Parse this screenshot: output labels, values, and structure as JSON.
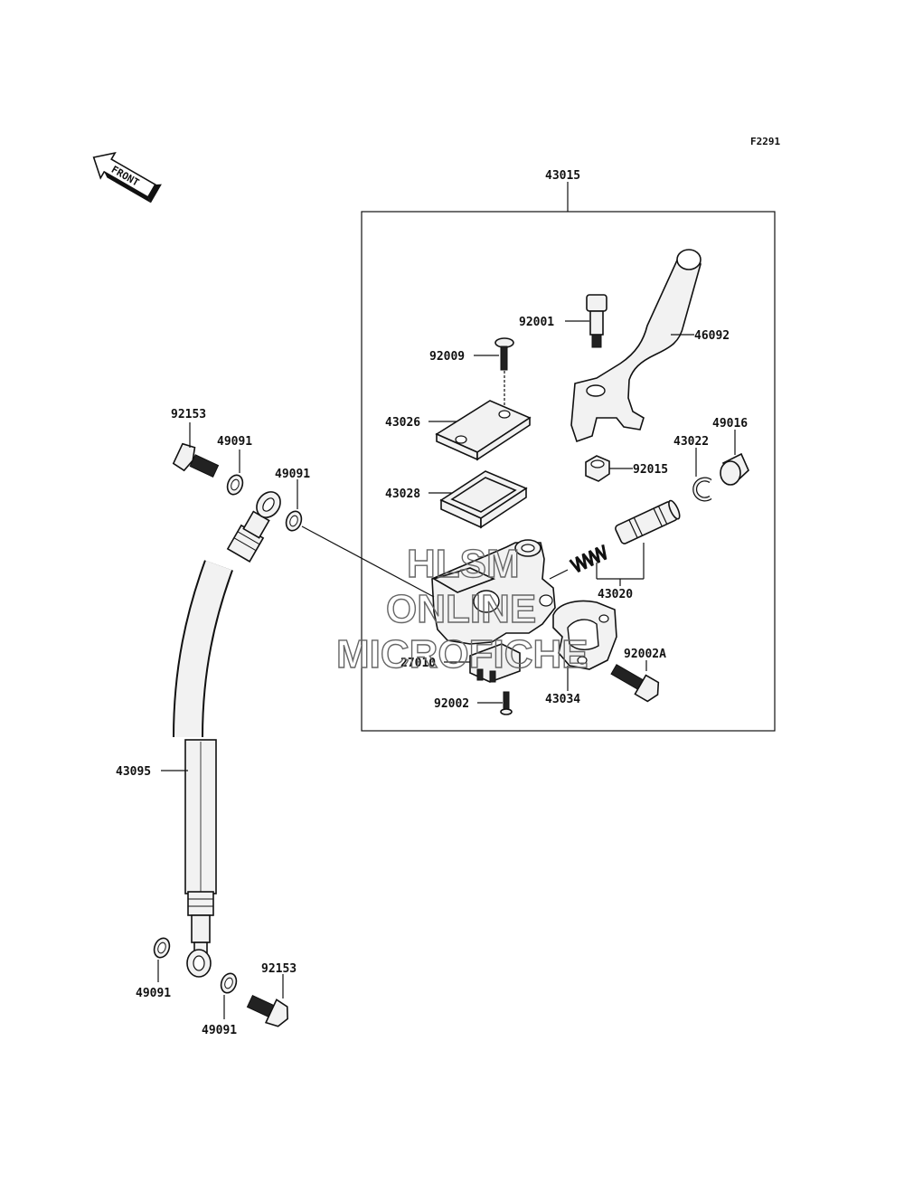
{
  "figure_code": "F2291",
  "front_arrow_label": "FRONT",
  "callouts": {
    "master_cylinder_assembly": "43015",
    "bolt_92001": "92001",
    "lever": "46092",
    "screw_92009": "92009",
    "cap": "43026",
    "diaphragm": "43028",
    "nut": "92015",
    "circlip": "43022",
    "boot": "49016",
    "piston_set": "43020",
    "switch": "27010",
    "screw_92002": "92002",
    "holder": "43034",
    "bolt_92002a": "92002A",
    "banjo_bolt_top": "92153",
    "washer_top_1": "49091",
    "washer_top_2": "49091",
    "hose": "43095",
    "washer_bottom_1": "49091",
    "washer_bottom_2": "49091",
    "banjo_bolt_bottom": "92153"
  },
  "watermark": {
    "line1": "HLSM",
    "line2": "ONLINE",
    "line3": "MICROFICHE"
  }
}
